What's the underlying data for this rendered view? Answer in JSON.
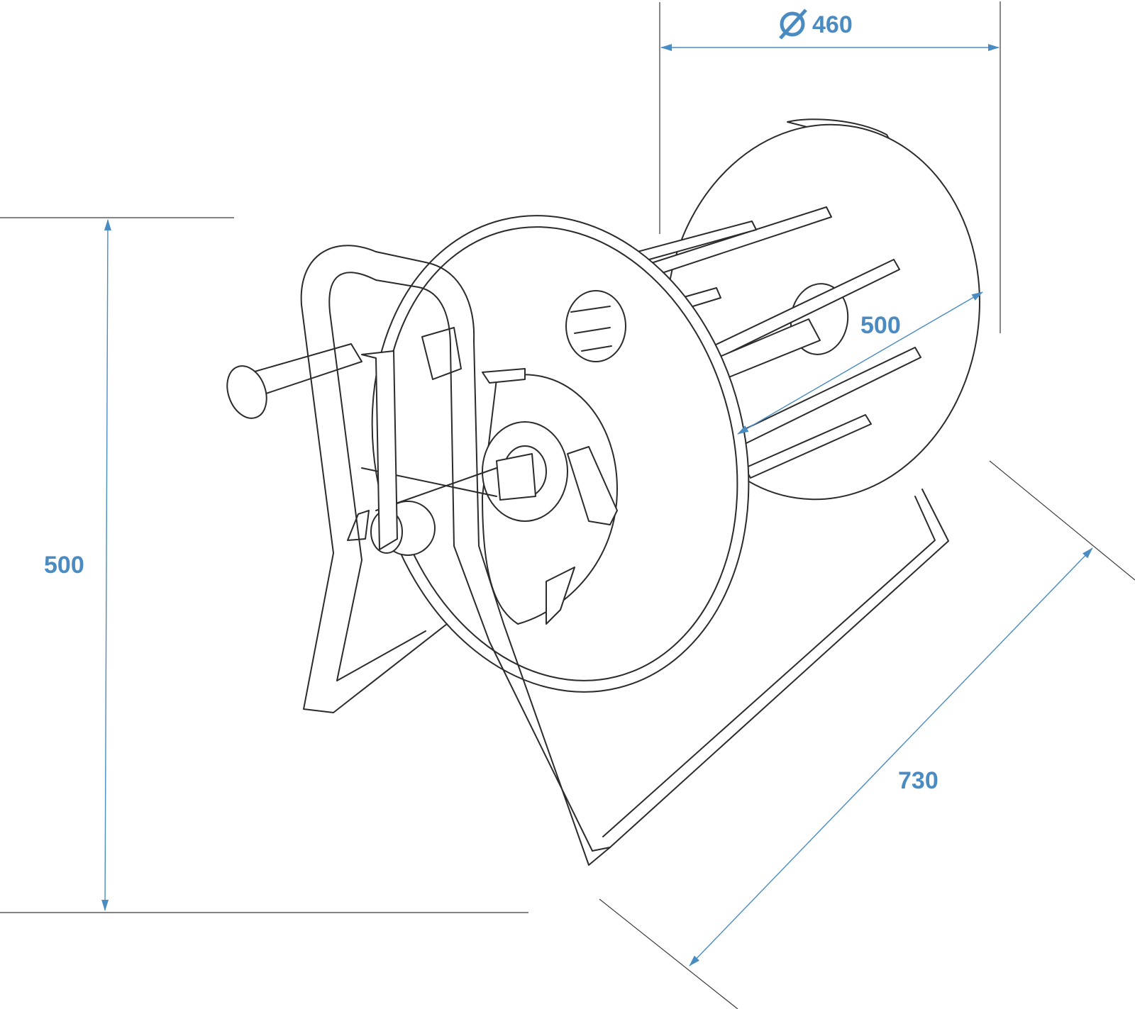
{
  "colors": {
    "line": "#2b2b2b",
    "dimension": "#4a8cc2",
    "background": "#ffffff"
  },
  "icons": {
    "diameter": "diameter-symbol"
  },
  "dimensions": {
    "diameter": {
      "symbol": "Ø",
      "value": "460"
    },
    "height": {
      "value": "500"
    },
    "drum_length": {
      "value": "500"
    },
    "base_length": {
      "value": "730"
    }
  }
}
